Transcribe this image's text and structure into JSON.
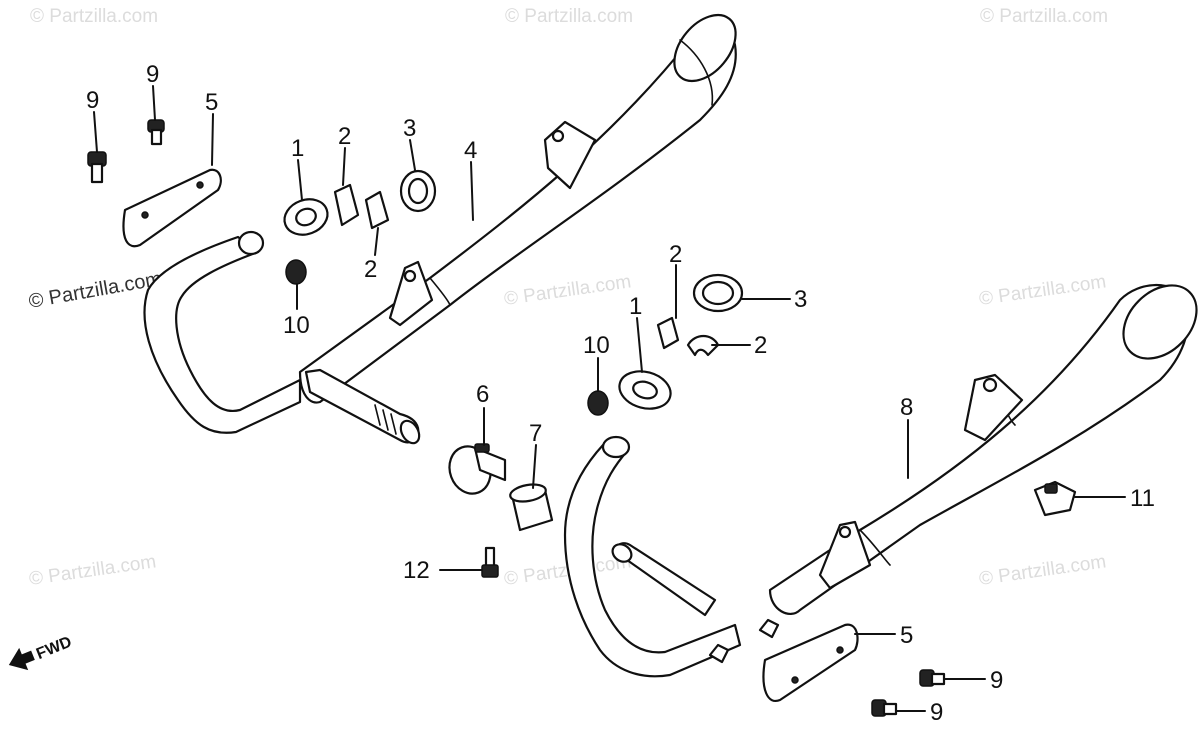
{
  "watermark_text": "© Partzilla.com",
  "fwd_label": "FWD",
  "callouts": [
    "1",
    "2",
    "3",
    "4",
    "5",
    "6",
    "7",
    "8",
    "9",
    "10",
    "11",
    "12"
  ],
  "colors": {
    "line": "#111111",
    "watermark": "#dcdcdc",
    "background": "#ffffff"
  }
}
